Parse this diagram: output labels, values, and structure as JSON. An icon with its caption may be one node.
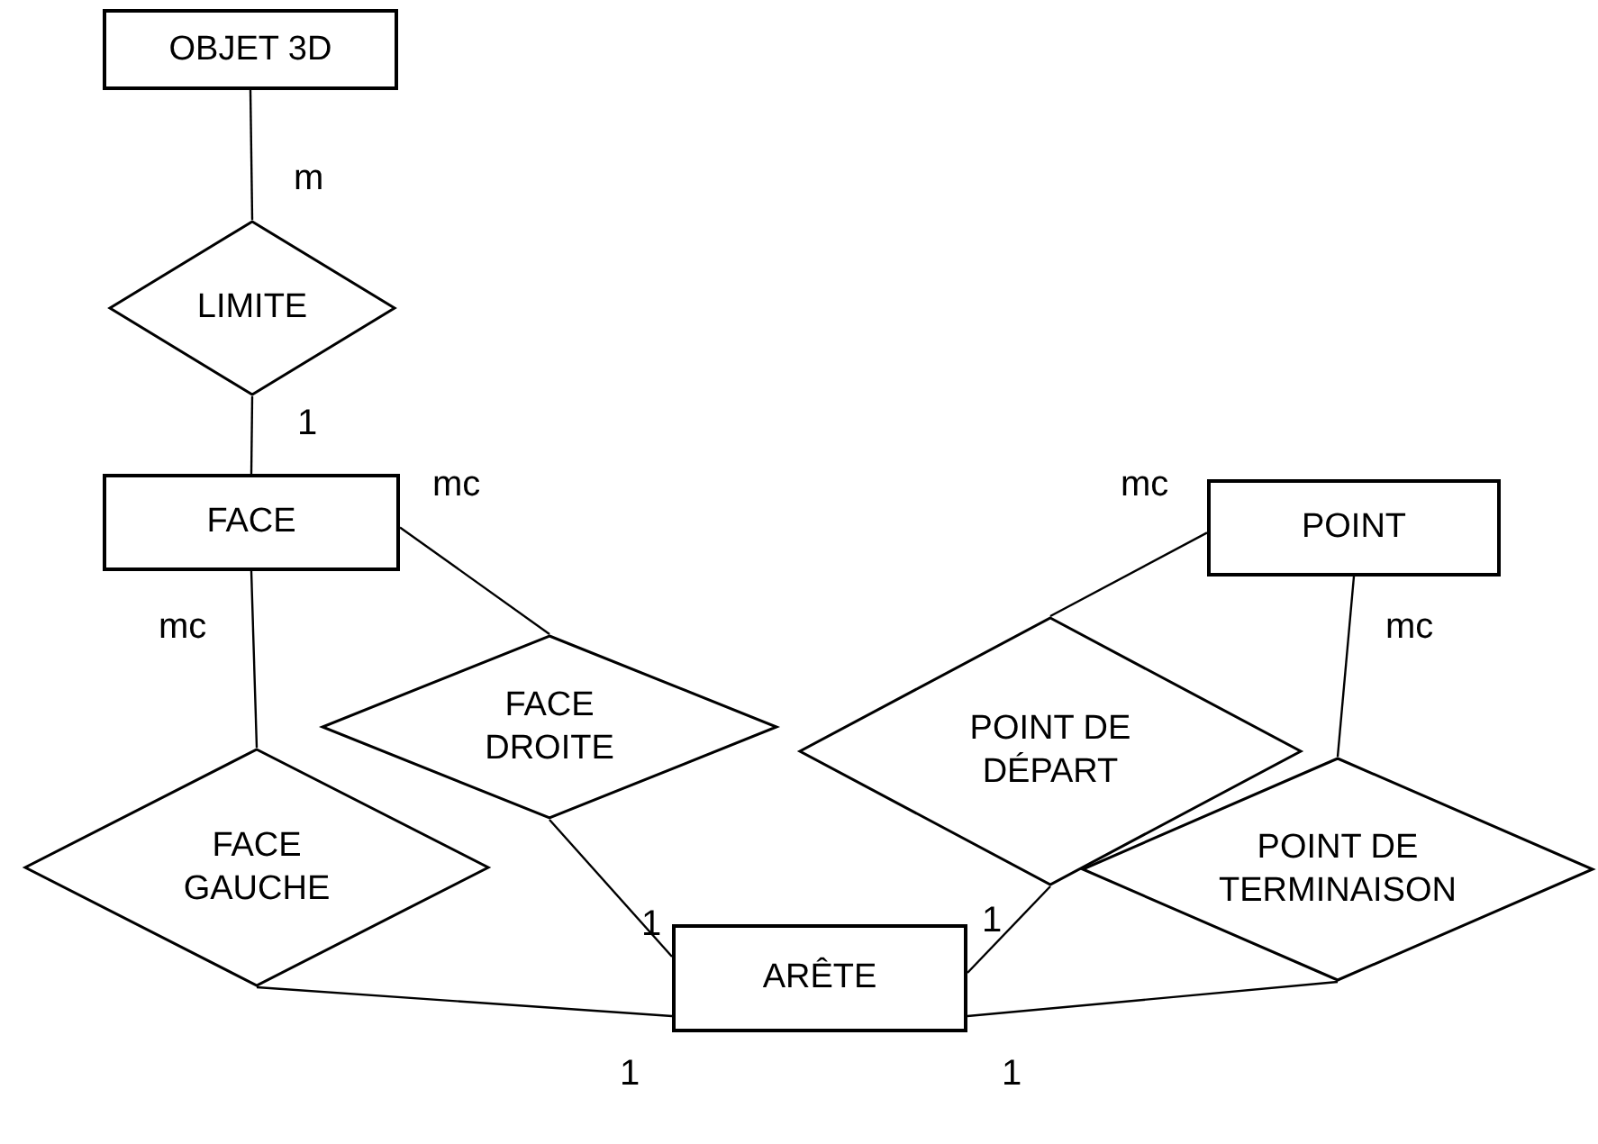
{
  "diagram": {
    "nodes": [
      {
        "text": [
          "OBJET 3D"
        ]
      },
      {
        "text": [
          "LIMITE"
        ]
      },
      {
        "text": [
          "FACE"
        ]
      },
      {
        "text": [
          "FACE GAUCHE"
        ]
      },
      {
        "text": [
          "FACE DROITE"
        ]
      },
      {
        "text": [
          "POINT"
        ]
      },
      {
        "text": [
          "POINT DE DÉPART"
        ]
      },
      {
        "text": [
          "POINT DE TERMINAISON"
        ]
      },
      {
        "text": [
          "ARÊTE"
        ]
      }
    ],
    "edges": [
      {
        "from": 0,
        "to": 1,
        "arrow": "none",
        "label": "m"
      },
      {
        "from": 1,
        "to": 2,
        "arrow": "none",
        "label": "1"
      },
      {
        "from": 2,
        "to": 3,
        "arrow": "none",
        "label": "mc"
      },
      {
        "from": 2,
        "to": 4,
        "arrow": "none",
        "label": "mc"
      },
      {
        "from": 5,
        "to": 6,
        "arrow": "none",
        "label": "mc"
      },
      {
        "from": 5,
        "to": 7,
        "arrow": "none",
        "label": "mc"
      },
      {
        "from": 3,
        "to": 8,
        "arrow": "none",
        "label": "1"
      },
      {
        "from": 4,
        "to": 8,
        "arrow": "none",
        "label": "1"
      },
      {
        "from": 6,
        "to": 8,
        "arrow": "none",
        "label": "1"
      },
      {
        "from": 7,
        "to": 8,
        "arrow": "none",
        "label": "1"
      }
    ]
  }
}
